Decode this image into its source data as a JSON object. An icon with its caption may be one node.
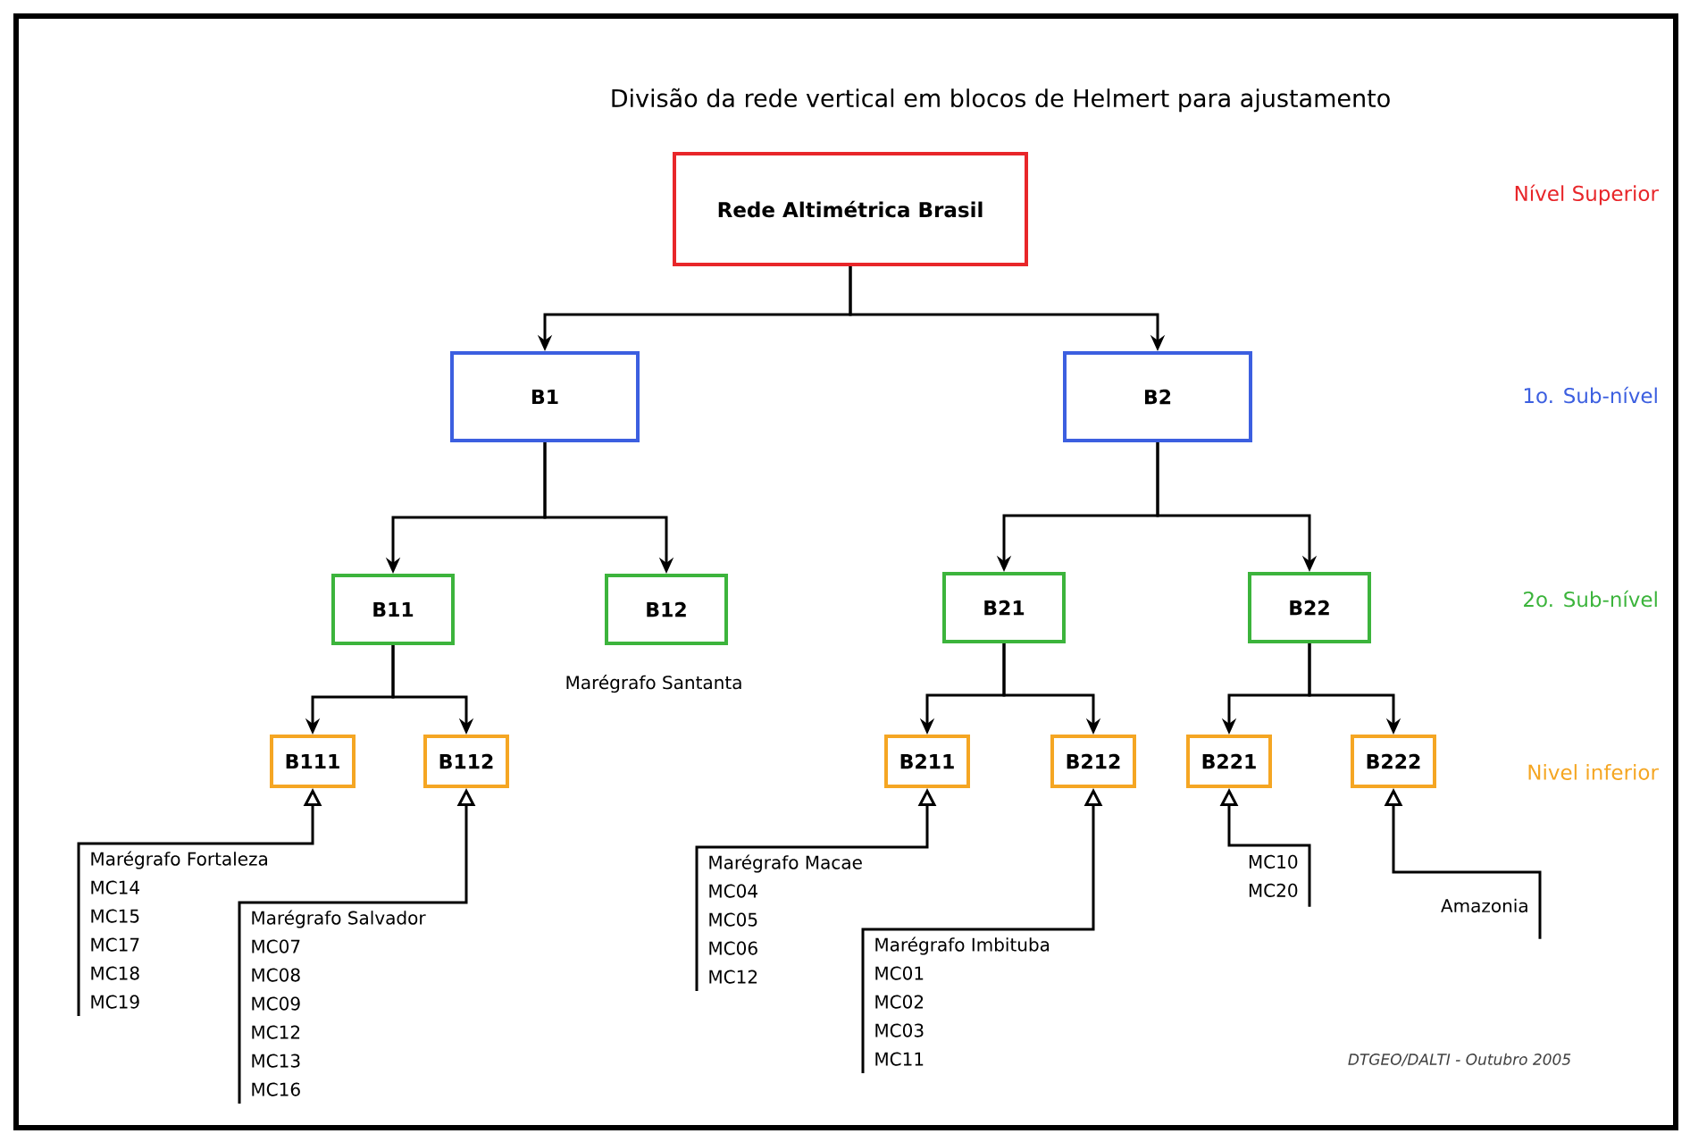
{
  "diagram": {
    "title": "Divisão da rede vertical em blocos de Helmert para ajustamento",
    "nodes": [
      {
        "text": [
          "Rede Altimétrica Brasil"
        ]
      },
      {
        "text": [
          "B1"
        ]
      },
      {
        "text": [
          "B2"
        ]
      },
      {
        "text": [
          "B11"
        ]
      },
      {
        "text": [
          "B12"
        ],
        "beside": [
          "Marégrafo Santanta"
        ]
      },
      {
        "text": [
          "B21"
        ]
      },
      {
        "text": [
          "B22"
        ]
      },
      {
        "text": [
          "B111"
        ]
      },
      {
        "text": [
          "B112"
        ]
      },
      {
        "text": [
          "B211"
        ]
      },
      {
        "text": [
          "B212"
        ]
      },
      {
        "text": [
          "B221"
        ]
      },
      {
        "text": [
          "B222"
        ]
      },
      {
        "text": [
          "Marégrafo Fortaleza",
          "MC14",
          "MC15",
          "MC17",
          "MC18",
          "MC19"
        ]
      },
      {
        "text": [
          "Marégrafo Salvador",
          "MC07",
          "MC08",
          "MC09",
          "MC12",
          "MC13",
          "MC16"
        ]
      },
      {
        "text": [
          "Marégrafo Macae",
          "MC04",
          "MC05",
          "MC06",
          "MC12"
        ]
      },
      {
        "text": [
          "Marégrafo Imbituba",
          "MC01",
          "MC02",
          "MC03",
          "MC11"
        ]
      },
      {
        "text": [
          "MC10",
          "MC20"
        ]
      },
      {
        "text": [
          "Amazonia"
        ]
      }
    ],
    "edges": [
      {
        "from": 0,
        "to": 1,
        "arrow": "to"
      },
      {
        "from": 0,
        "to": 2,
        "arrow": "to"
      },
      {
        "from": 1,
        "to": 3,
        "arrow": "to"
      },
      {
        "from": 1,
        "to": 4,
        "arrow": "to"
      },
      {
        "from": 2,
        "to": 5,
        "arrow": "to"
      },
      {
        "from": 2,
        "to": 6,
        "arrow": "to"
      },
      {
        "from": 3,
        "to": 7,
        "arrow": "to"
      },
      {
        "from": 3,
        "to": 8,
        "arrow": "to"
      },
      {
        "from": 5,
        "to": 9,
        "arrow": "to"
      },
      {
        "from": 5,
        "to": 10,
        "arrow": "to"
      },
      {
        "from": 6,
        "to": 11,
        "arrow": "to"
      },
      {
        "from": 6,
        "to": 12,
        "arrow": "to"
      },
      {
        "from": 13,
        "to": 7,
        "arrow": "to"
      },
      {
        "from": 14,
        "to": 8,
        "arrow": "to"
      },
      {
        "from": 15,
        "to": 9,
        "arrow": "to"
      },
      {
        "from": 16,
        "to": 10,
        "arrow": "to"
      },
      {
        "from": 17,
        "to": 11,
        "arrow": "to"
      },
      {
        "from": 18,
        "to": 12,
        "arrow": "to"
      }
    ],
    "labels": [
      "Nível Superior",
      "1o. Sub-nível",
      "2o. Sub-nível",
      "Nivel inferior",
      "DTGEO/DALTI - Outubro 2005"
    ]
  }
}
